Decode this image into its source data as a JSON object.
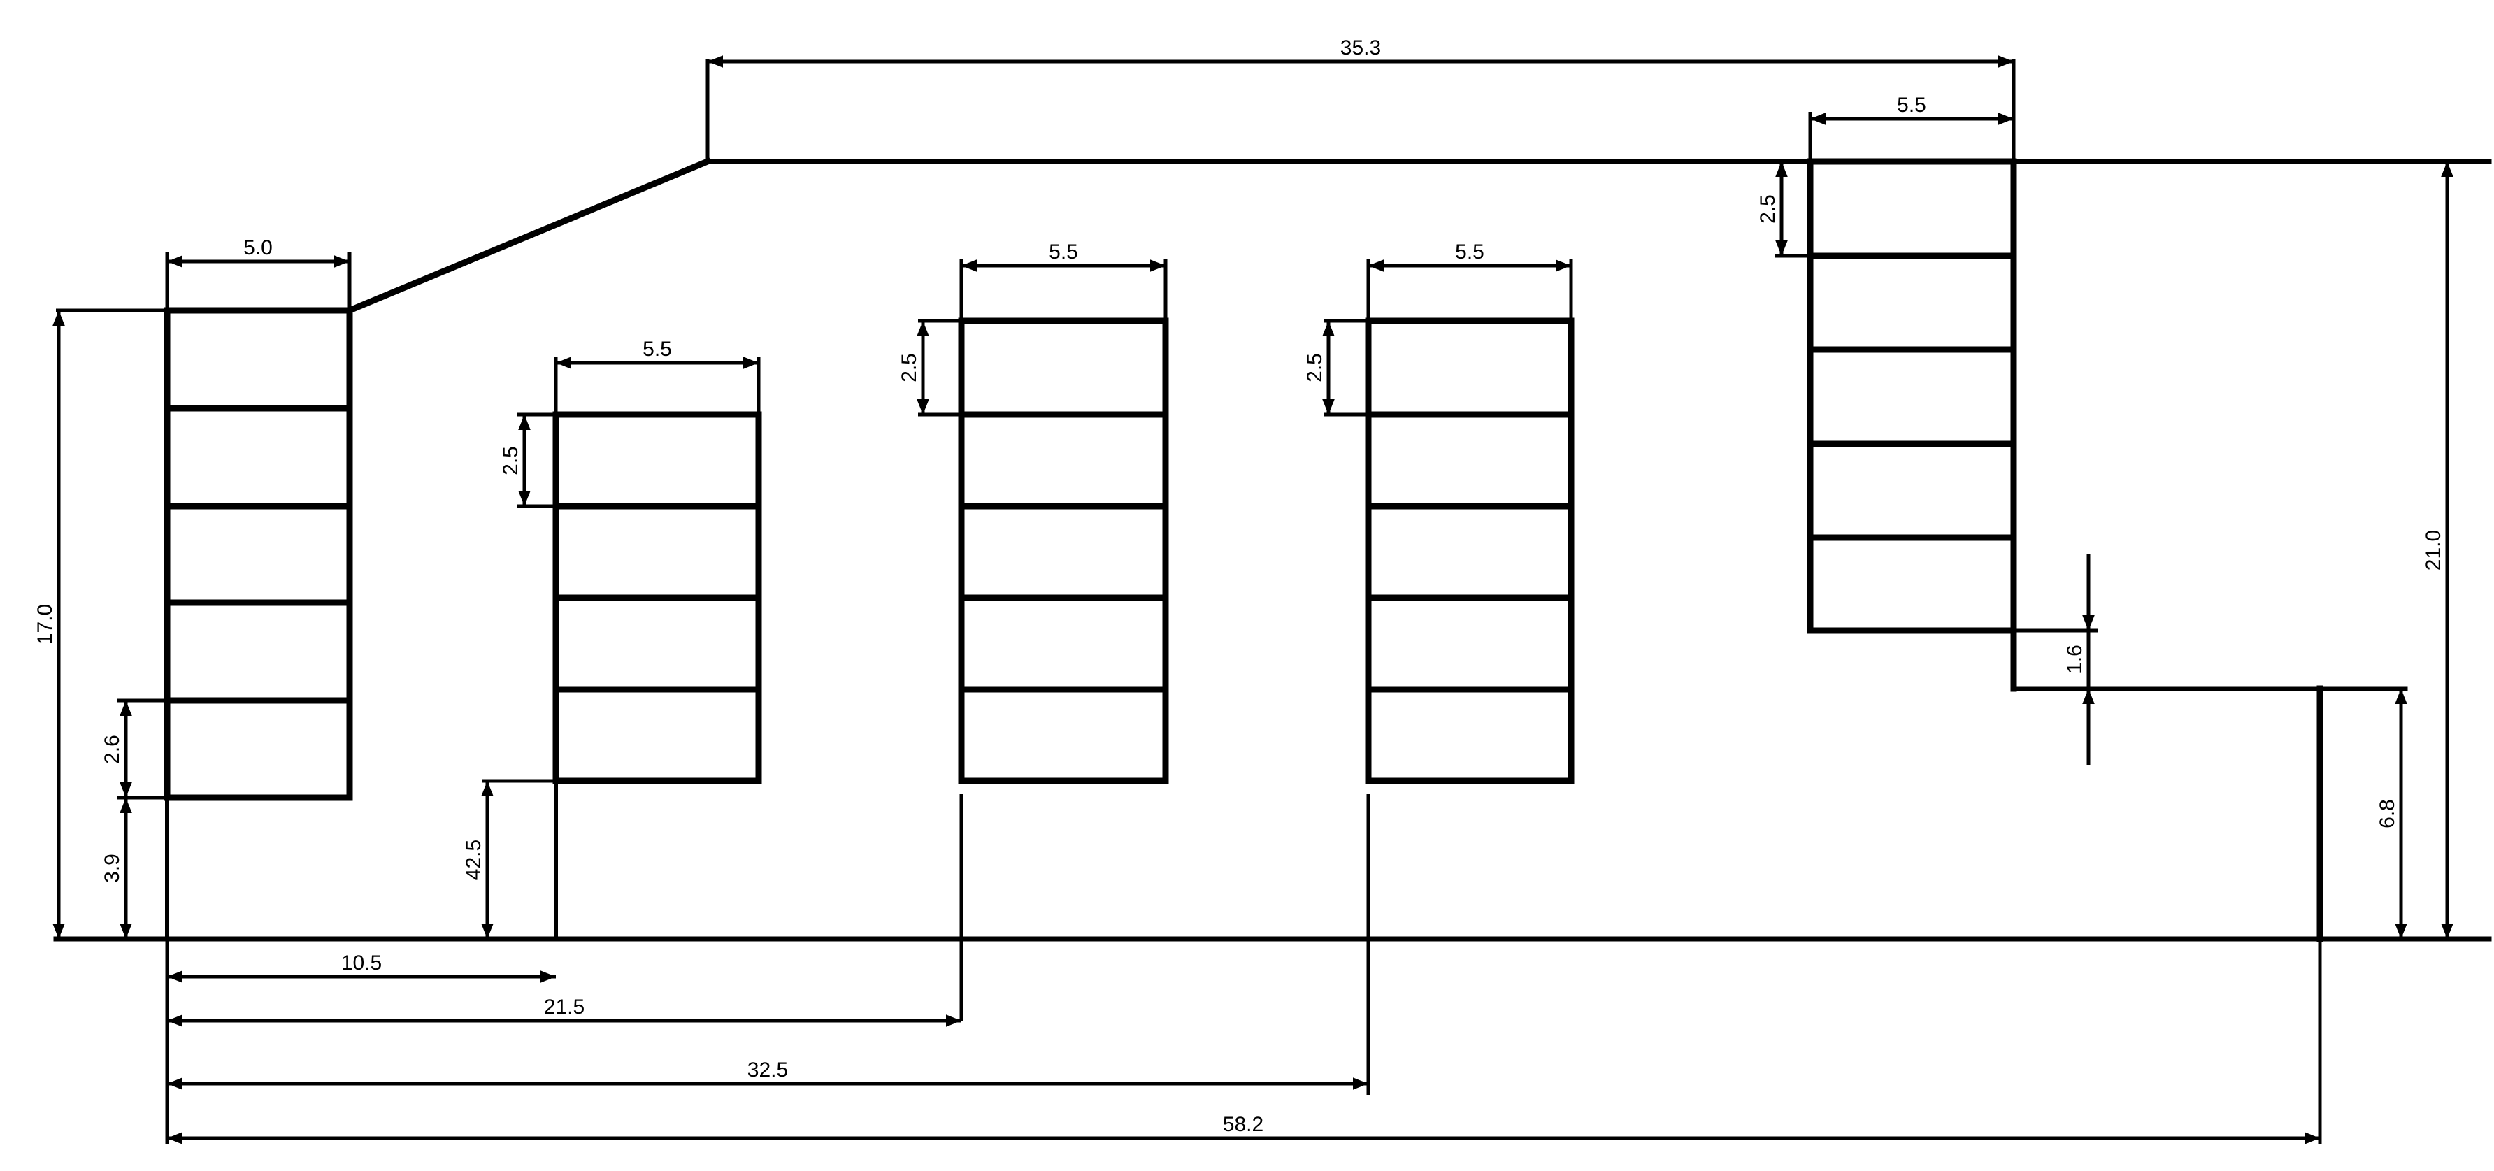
{
  "drawing": {
    "line_color": "#000000",
    "background": "#ffffff"
  },
  "dimensions": {
    "d_35_3": "35.3",
    "d_5_5_right_block": "5.5",
    "d_2_5_right_block": "2.5",
    "d_21_0": "21.0",
    "d_5_0": "5.0",
    "d_17_0": "17.0",
    "d_2_6": "2.6",
    "d_3_9": "3.9",
    "d_5_5_block2": "5.5",
    "d_2_5_block2": "2.5",
    "d_42_5": "42.5",
    "d_5_5_block3": "5.5",
    "d_2_5_block3": "2.5",
    "d_5_5_block4": "5.5",
    "d_2_5_block4": "2.5",
    "d_1_6": "1.6",
    "d_6_8": "6.8",
    "d_10_5": "10.5",
    "d_21_5": "21.5",
    "d_32_5": "32.5",
    "d_58_2": "58.2"
  }
}
